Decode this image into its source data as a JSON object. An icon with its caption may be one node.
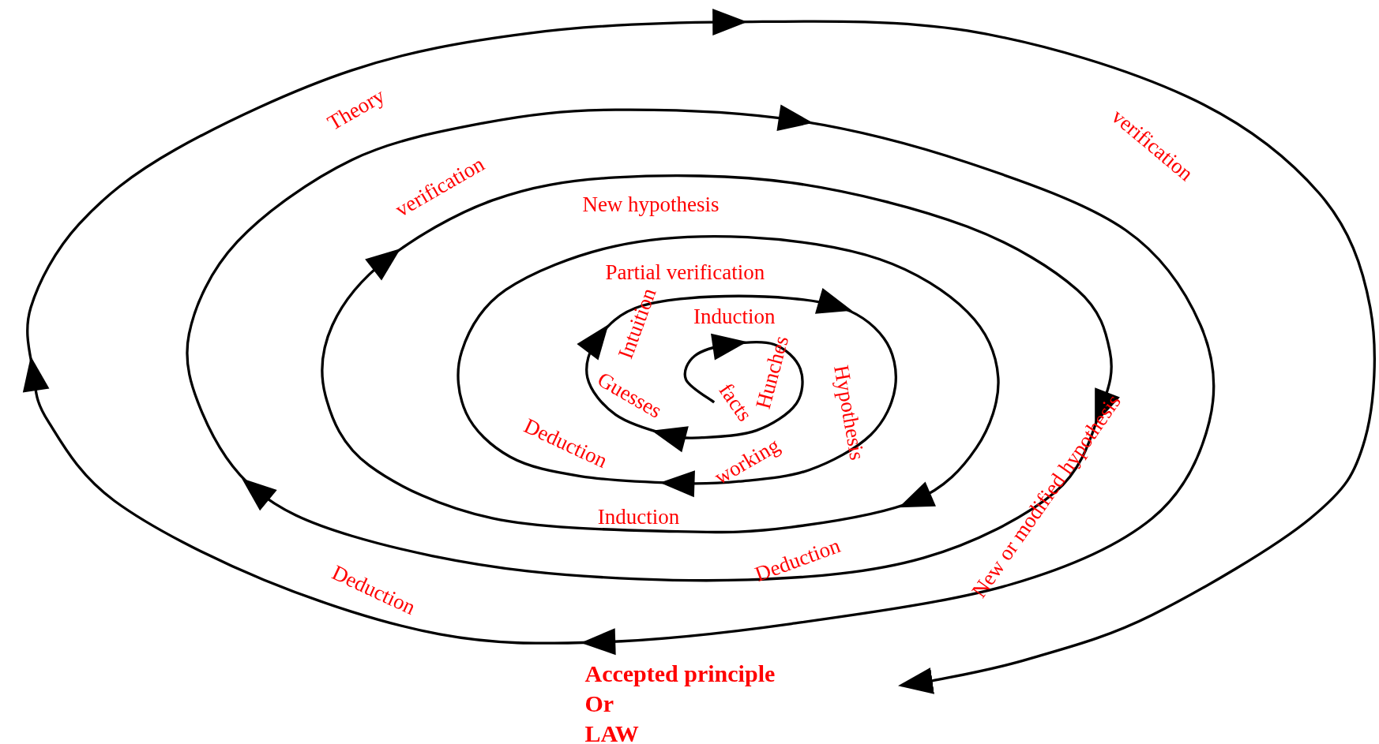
{
  "diagram": {
    "nodes": [
      {
        "text": [
          "facts"
        ]
      },
      {
        "text": [
          "Accepted principle",
          "Or",
          "LAW"
        ]
      }
    ],
    "edges": [
      {
        "from": 0,
        "to": 1,
        "arrow": "to"
      }
    ],
    "labels": [
      "Theory",
      "verification",
      "verification",
      "New hypothesis",
      "Partial verification",
      "Intuition",
      "Induction",
      "Hunches",
      "Hypothesis",
      "Guesses",
      "Deduction",
      "working",
      "Induction",
      "Deduction",
      "New or modified hypothesis",
      "Deduction"
    ]
  }
}
